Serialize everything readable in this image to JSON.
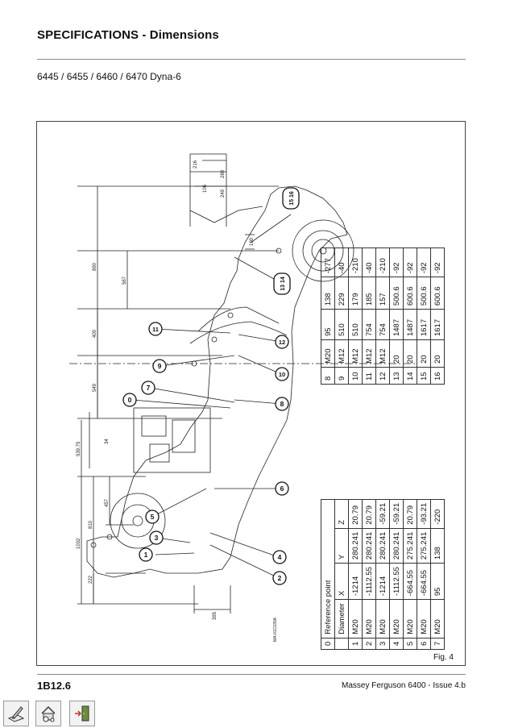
{
  "header": {
    "title": "SPECIFICATIONS - Dimensions",
    "subtitle": "6445 / 6455 / 6460 / 6470 Dyna-6"
  },
  "figure": {
    "label": "Fig. 4",
    "drawing_code": "MA-01C030A",
    "callouts": [
      "0",
      "1",
      "2",
      "3",
      "4",
      "5",
      "6",
      "7",
      "8",
      "9",
      "10",
      "11",
      "12",
      "13 14",
      "15 16"
    ],
    "dimensions": [
      "216",
      "280",
      "106",
      "249",
      "100",
      "890",
      "567",
      "400",
      "549",
      "539.75",
      "34",
      "1032",
      "810",
      "457",
      "222",
      "395"
    ]
  },
  "table_a": {
    "header_title": "Reference point",
    "header_index": "0",
    "columns": [
      "Diameter",
      "X",
      "Y",
      "Z"
    ],
    "rows": [
      {
        "n": "1",
        "d": "M20",
        "x": "-1214",
        "y": "280.241",
        "z": "20.79"
      },
      {
        "n": "2",
        "d": "M20",
        "x": "-1112.55",
        "y": "280.241",
        "z": "20.79"
      },
      {
        "n": "3",
        "d": "M20",
        "x": "-1214",
        "y": "280.241",
        "z": "-59.21"
      },
      {
        "n": "4",
        "d": "M20",
        "x": "-1112.55",
        "y": "280.241",
        "z": "-59.21"
      },
      {
        "n": "5",
        "d": "M20",
        "x": "-664.55",
        "y": "275.241",
        "z": "20.79"
      },
      {
        "n": "6",
        "d": "M20",
        "x": "-664.55",
        "y": "275.241",
        "z": "-93.21"
      },
      {
        "n": "7",
        "d": "M20",
        "x": "95",
        "y": "138",
        "z": "-220"
      }
    ]
  },
  "table_b": {
    "rows": [
      {
        "n": "8",
        "d": "M20",
        "x": "95",
        "y": "138",
        "z": "-277"
      },
      {
        "n": "9",
        "d": "M12",
        "x": "510",
        "y": "229",
        "z": "-40"
      },
      {
        "n": "10",
        "d": "M12",
        "x": "510",
        "y": "179",
        "z": "-210"
      },
      {
        "n": "11",
        "d": "M12",
        "x": "754",
        "y": "185",
        "z": "-40"
      },
      {
        "n": "12",
        "d": "M12",
        "x": "754",
        "y": "157",
        "z": "-210"
      },
      {
        "n": "13",
        "d": "20",
        "x": "1487",
        "y": "500.6",
        "z": "-92"
      },
      {
        "n": "14",
        "d": "20",
        "x": "1487",
        "y": "600.6",
        "z": "-92"
      },
      {
        "n": "15",
        "d": "20",
        "x": "1617",
        "y": "500.6",
        "z": "-92"
      },
      {
        "n": "16",
        "d": "20",
        "x": "1617",
        "y": "600.6",
        "z": "-92"
      }
    ]
  },
  "footer": {
    "code": "1B12.6",
    "source": "Massey Ferguson 6400 - Issue 4.b"
  },
  "nav": [
    {
      "icon": "notepad-pencil-icon"
    },
    {
      "icon": "home-tractor-icon"
    },
    {
      "icon": "exit-door-icon"
    }
  ]
}
